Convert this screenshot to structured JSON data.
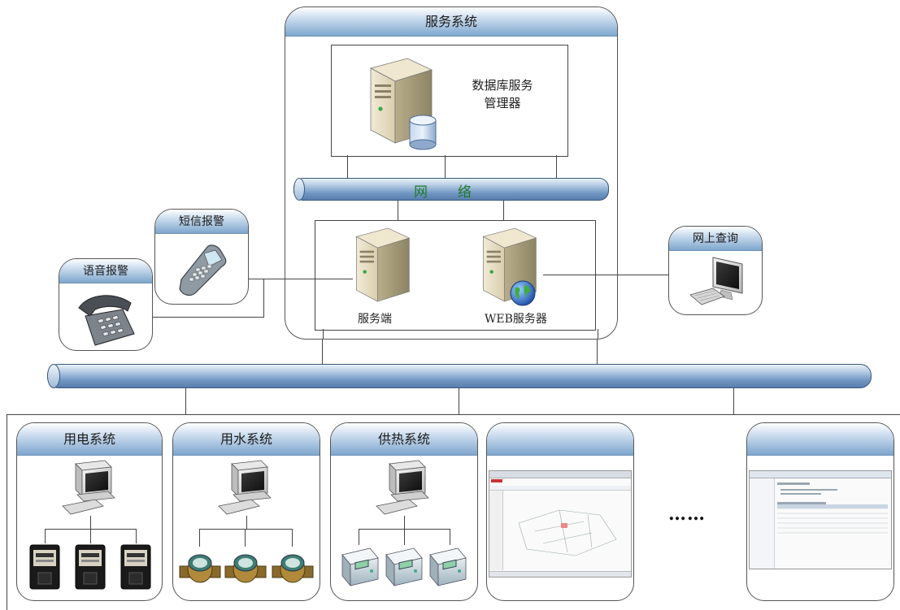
{
  "service_system": {
    "title": "服务系统",
    "db_server_label": "数据库服务\n管理器",
    "network_label": "网　　络",
    "server_label": "服务端",
    "web_server_label": "WEB服务器"
  },
  "alerts": {
    "sms_title": "短信报警",
    "voice_title": "语音报警"
  },
  "online_query": {
    "title": "网上查询"
  },
  "subsystems": [
    {
      "title": "用电系统"
    },
    {
      "title": "用水系统"
    },
    {
      "title": "供热系统"
    }
  ],
  "ellipsis": "……",
  "icons": [
    "server-icon",
    "database-icon",
    "globe-icon",
    "mobile-phone-icon",
    "desk-phone-icon",
    "monitor-icon",
    "computer-icon",
    "electric-meter-icon",
    "water-meter-icon",
    "heat-meter-icon",
    "screenshot-thumbnail"
  ]
}
